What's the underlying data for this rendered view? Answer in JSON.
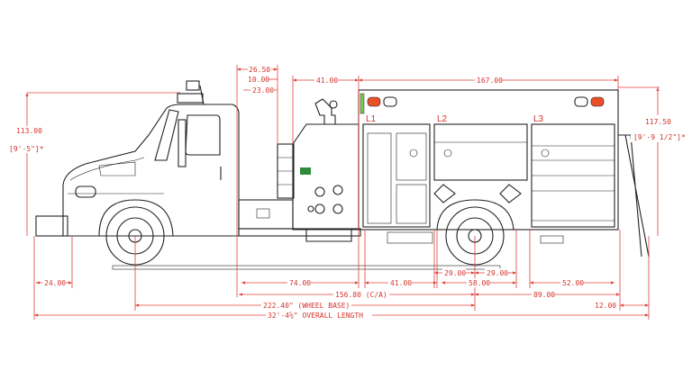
{
  "drawing": {
    "top_dimensions": {
      "d1": "26.50",
      "d2": "10.00",
      "d3": "23.00",
      "d4": "41.00",
      "d5": "167.00"
    },
    "side_dimensions": {
      "cab_height": "113.00",
      "cab_height_ft": "[9'-5\"]*",
      "body_height": "117.50",
      "body_height_ft": "[9'-9 1/2\"]*"
    },
    "bottom_dimensions": {
      "front_overhang": "24.00",
      "d74": "74.00",
      "d41": "41.00",
      "d29a": "29.00",
      "d29b": "29.00",
      "d58": "58.00",
      "d52": "52.00",
      "ca": "156.80 (C/A)",
      "d89": "89.00",
      "wheelbase": "222.40\" (WHEEL BASE)",
      "d12": "12.00",
      "overall": "32'-4⅝\" OVERALL LENGTH"
    },
    "compartments": [
      "L1",
      "L2",
      "L3"
    ],
    "colors": {
      "dimension": "#e0403a",
      "lines": "#222222",
      "marker_light": "#e8502a",
      "indicator": "#7ec850"
    }
  }
}
